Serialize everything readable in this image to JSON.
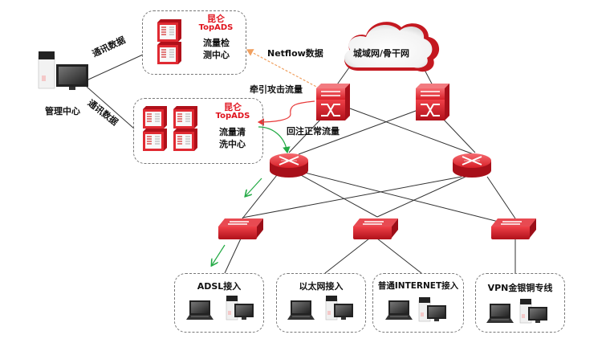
{
  "diagram": {
    "cloud": {
      "label": "城域网/骨干网"
    },
    "management": {
      "label": "管理中心",
      "link_labels": [
        "通讯数据",
        "通讯数据"
      ]
    },
    "detection_center": {
      "brand": "昆仑",
      "product": "TopADS",
      "name_line1": "流量检",
      "name_line2": "测中心"
    },
    "cleaning_center": {
      "brand": "昆仑",
      "product": "TopADS",
      "name_line1": "流量清",
      "name_line2": "洗中心"
    },
    "flow_labels": {
      "netflow": "Netflow数据",
      "divert": "牵引攻击流量",
      "reinject": "回注正常流量"
    },
    "access_groups": [
      {
        "label": "ADSL接入"
      },
      {
        "label": "以太网接入"
      },
      {
        "label": "普通INTERNET接入"
      },
      {
        "label": "VPN金银铜专线"
      }
    ],
    "colors": {
      "device_red": "#d81e26",
      "netflow_arrow": "#f0a060",
      "divert_arrow": "#e83a3a",
      "reinject_arrow": "#22aa44",
      "link": "#333333"
    }
  }
}
